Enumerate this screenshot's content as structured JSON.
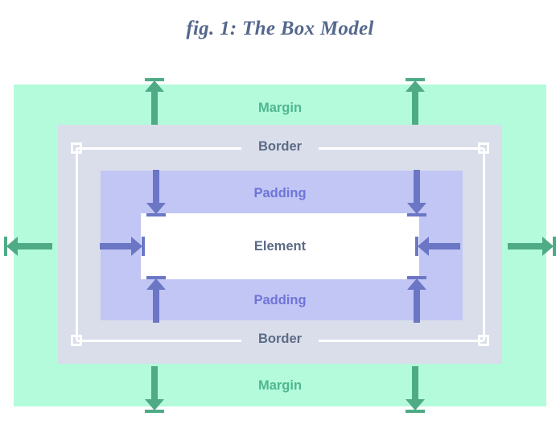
{
  "figure": {
    "title": "fig. 1: The Box Model"
  },
  "diagram": {
    "type": "box-model",
    "regions": {
      "margin": {
        "label": "Margin",
        "label_top": "Margin",
        "label_bottom": "Margin",
        "color": "#b4fbdb",
        "text_color": "#4fb790"
      },
      "border": {
        "label": "Border",
        "label_top": "Border",
        "label_bottom": "Border",
        "color": "#d9deea",
        "text_color": "#5c6b85",
        "guide_color": "#ffffff"
      },
      "padding": {
        "label": "Padding",
        "label_top": "Padding",
        "label_bottom": "Padding",
        "color": "#c1c6f5",
        "text_color": "#6f74d8"
      },
      "element": {
        "label": "Element",
        "color": "#ffffff",
        "text_color": "#5c6b85"
      }
    },
    "arrows": {
      "margin_color": "#4fab86",
      "padding_color": "#6b76c4"
    }
  }
}
